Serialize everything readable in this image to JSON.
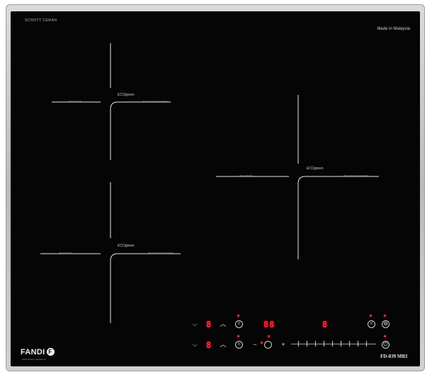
{
  "brand_top": "SCHOTT CERAN",
  "made_in": "Made in Malaysia",
  "model": "FD-839 MRI",
  "fandi": {
    "name": "FANDI",
    "logo_letter": "F",
    "tagline": "Fandi Kitchen Appliances"
  },
  "zones": [
    {
      "id": "top-left",
      "left_label": "INDUCTION",
      "right_label": "INDUCTION BOOSTER",
      "eco_prefix": "ECO",
      "eco_suffix": "green"
    },
    {
      "id": "bottom-left",
      "left_label": "INDUCTION",
      "right_label": "INDUCTION BOOSTER",
      "eco_prefix": "ECO",
      "eco_suffix": "green"
    },
    {
      "id": "right",
      "left_label": "INDUCTION",
      "right_label": "INDUCTION BOOSTER",
      "eco_prefix": "ECO",
      "eco_suffix": "green"
    }
  ],
  "controls": {
    "row1": {
      "down": "⌵",
      "display": "8",
      "up": "︿",
      "timer_display": "88",
      "right_display": "8"
    },
    "row2": {
      "down": "⌵",
      "display": "8",
      "up": "︿",
      "minus": "−",
      "plus": "+"
    },
    "pause_label": "II",
    "lock_label": "⊖",
    "power_label": "⏻"
  },
  "colors": {
    "glass": "#050505",
    "frame": "#c4c7ca",
    "led": "#ff2a3a"
  }
}
